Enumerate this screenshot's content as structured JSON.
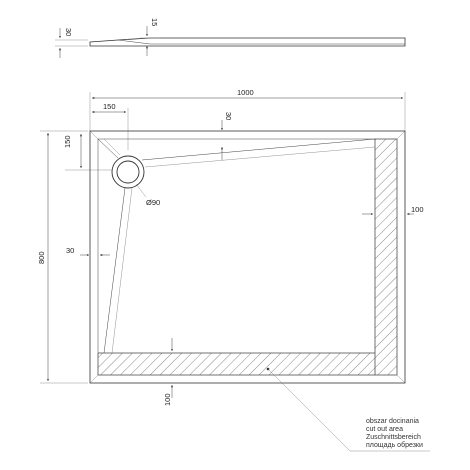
{
  "dimensions": {
    "profile_height": "30",
    "profile_lip": "15",
    "overall_width": "1000",
    "drain_offset_x": "150",
    "slope_drop": "30",
    "drain_offset_y": "150",
    "drain_diameter": "Ø90",
    "overall_depth": "800",
    "side_cut_width": "100",
    "left_wall": "30",
    "bottom_cut_depth": "100"
  },
  "legend": {
    "line1": "obszar docinania",
    "line2": "cut out area",
    "line3": "Zuschnittsbereich",
    "line4": "площадь обрезки"
  }
}
